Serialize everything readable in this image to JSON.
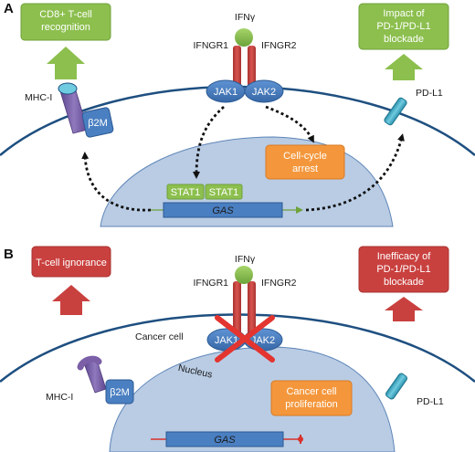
{
  "panel_a": {
    "label": "A",
    "cd8_box": [
      "CD8+ T-cell",
      "recognition"
    ],
    "impact_box": [
      "Impact of",
      "PD-1/PD-L1",
      "blockade"
    ],
    "ifng": "IFNγ",
    "ifngr1": "IFNGR1",
    "ifngr2": "IFNGR2",
    "jak1": "JAK1",
    "jak2": "JAK2",
    "mhc": "MHC-I",
    "b2m": "β2M",
    "pdl1": "PD-L1",
    "arrest_box": [
      "Cell-cycle",
      "arrest"
    ],
    "stat1_a": "STAT1",
    "stat1_b": "STAT1",
    "gas": "GAS"
  },
  "panel_b": {
    "label": "B",
    "ignorance_box": [
      "T-cell ignorance"
    ],
    "inefficacy_box": [
      "Inefficacy of",
      "PD-1/PD-L1",
      "blockade"
    ],
    "ifng": "IFNγ",
    "ifngr1": "IFNGR1",
    "ifngr2": "IFNGR2",
    "jak1": "JAK1",
    "jak2": "JAK2",
    "cancer_cell": "Cancer cell",
    "nucleus": "Nucleus",
    "mhc": "MHC-I",
    "b2m": "β2M",
    "pdl1": "PD-L1",
    "prolif_box": [
      "Cancer cell",
      "proliferation"
    ],
    "gas": "GAS"
  },
  "colors": {
    "green": "#8cbf4e",
    "red": "#c9413f",
    "orange": "#f4973c",
    "blue": "#4a7fc1",
    "nucleus": "#b9cce4",
    "membrane": "#1e4f80",
    "purple": "#7b5fa7",
    "teal": "#4fb6cf"
  }
}
